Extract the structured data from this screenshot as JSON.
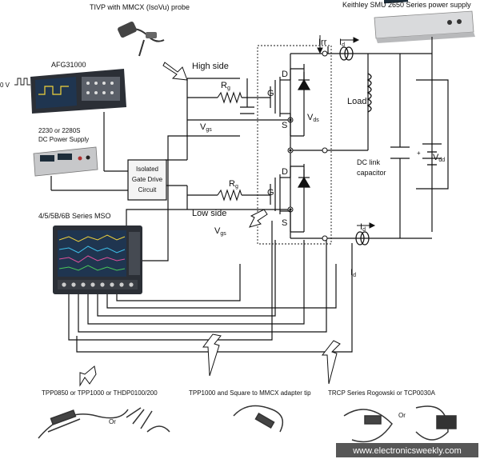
{
  "instruments": {
    "probe_top": "TIVP with MMCX (IsoVu) probe",
    "smu": "Keithley SMU 2650 Series power supply",
    "afg": "AFG31000",
    "afg_level": "0 V",
    "dc_supply_line1": "2230 or 2280S",
    "dc_supply_line2": "DC Power Supply",
    "mso": "4/5/5B/6B Series MSO"
  },
  "circuit": {
    "high_side": "High side",
    "low_side": "Low side",
    "rg_high": "R",
    "rg_high_sub": "g",
    "rg_low": "R",
    "rg_low_sub": "g",
    "gate_high": "G",
    "gate_low": "G",
    "drain_high": "D",
    "drain_low": "D",
    "source_high": "S",
    "source_low": "S",
    "vgs_high": "V",
    "vgs_high_sub": "gs",
    "vgs_low": "V",
    "vgs_low_sub": "gs",
    "vds": "V",
    "vds_sub": "ds",
    "irr": "Irr",
    "id_top": "I",
    "id_top_sub": "d",
    "id_mid": "I",
    "id_mid_sub": "d",
    "id_bottom": "I",
    "id_bottom_sub": "d",
    "load": "Load",
    "dc_link_line1": "DC link",
    "dc_link_line2": "capacitor",
    "vdd": "V",
    "vdd_sub": "dd",
    "gate_drive_line1": "Isolated",
    "gate_drive_line2": "Gate Drive",
    "gate_drive_line3": "Circuit"
  },
  "probes_bottom": {
    "left": "TPP0850 or TPP1000 or THDP0100/200",
    "middle": "TPP1000 and Square to MMCX adapter tip",
    "right": "TRCP Series Rogowski or TCP0030A",
    "or_1": "Or",
    "or_2": "Or"
  },
  "watermark": "www.electronicsweekly.com",
  "colors": {
    "wire": "#111111",
    "box_fill": "#f4f4f4",
    "instrument_dark": "#2b2f36",
    "screen_blue": "#1f3550",
    "trace_colors": [
      "#f2d33b",
      "#3fc0ea",
      "#e0509a",
      "#49c85a"
    ],
    "watermark_bg": "#3a3a3a"
  }
}
